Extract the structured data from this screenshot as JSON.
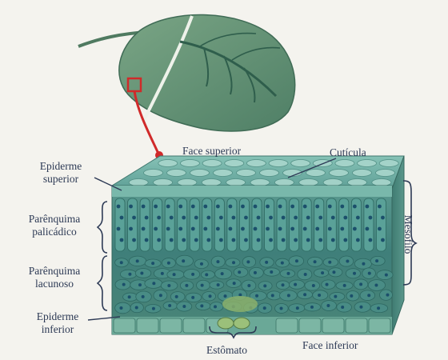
{
  "labels": {
    "face_superior": "Face superior",
    "cuticula": "Cutícula",
    "epiderme_superior_1": "Epiderme",
    "epiderme_superior_2": "superior",
    "parenquima_palicadico_1": "Parênquima",
    "parenquima_palicadico_2": "palicádico",
    "parenquima_lacunoso_1": "Parênquima",
    "parenquima_lacunoso_2": "lacunoso",
    "epiderme_inferior_1": "Epiderme",
    "epiderme_inferior_2": "inferior",
    "estomato": "Estômato",
    "face_inferior": "Face inferior",
    "mesofilo": "Mesofilo"
  },
  "colors": {
    "background": "#f4f3ee",
    "leaf": "#5f8f6e",
    "leaf_vein": "#3d6b56",
    "pointer": "#d02a2a",
    "epidermis": "#6fb0a6",
    "palisade": "#4e8f86",
    "spongy": "#3f7d78",
    "chloroplast": "#1b4f6b",
    "label": "#2d3a55"
  }
}
